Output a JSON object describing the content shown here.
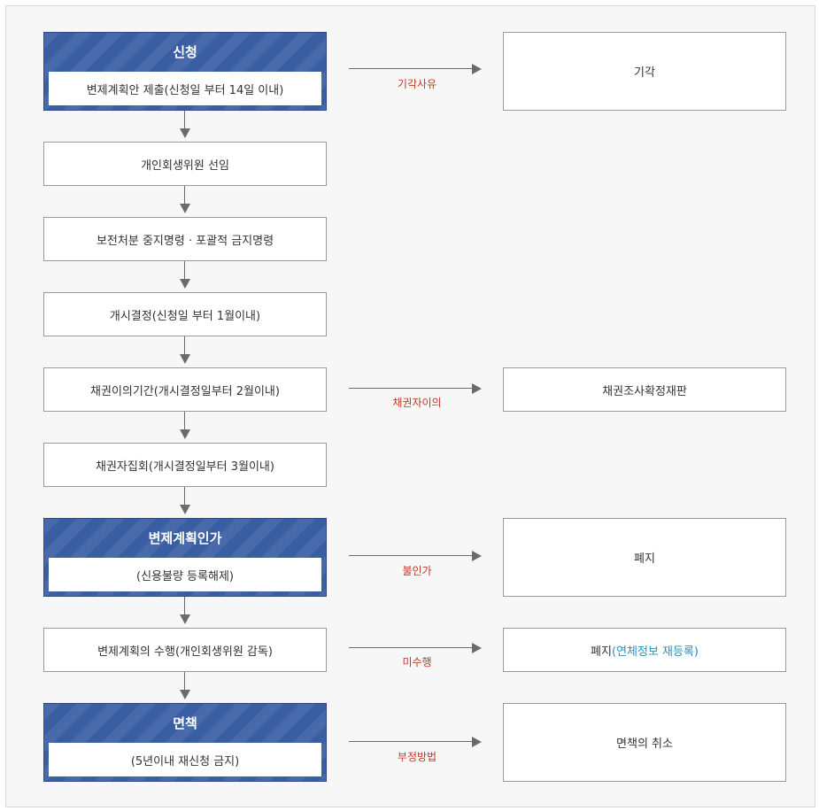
{
  "steps": {
    "apply": {
      "title": "신청",
      "sub": "변제계획안 제출(신청일 부터 14일 이내)"
    },
    "commissioner": {
      "label": "개인회생위원 선임"
    },
    "preservation": {
      "label": "보전처분 중지명령 · 포괄적 금지명령"
    },
    "commence": {
      "label": "개시결정(신청일 부터 1월이내)"
    },
    "objection": {
      "label": "채권이의기간(개시결정일부터 2월이내)"
    },
    "meeting": {
      "label": "채권자집회(개시결정일부터 3월이내)"
    },
    "approval": {
      "title": "변제계획인가",
      "sub": "(신용불량 등록해제)"
    },
    "execution": {
      "label": "변제계획의 수행(개인회생위원 감독)"
    },
    "discharge": {
      "title": "면책",
      "sub": "(5년이내 재신청 금지)"
    }
  },
  "outcomes": {
    "dismissal": {
      "label": "기각"
    },
    "claim_trial": {
      "label": "채권조사확정재판"
    },
    "abolition": {
      "label": "폐지"
    },
    "abolition_reregister": {
      "label": "폐지",
      "note": "(연체정보 재등록)"
    },
    "discharge_cancel": {
      "label": "면책의 취소"
    }
  },
  "edges": {
    "dismissal_reason": "기각사유",
    "creditor_objection": "채권자이의",
    "non_approval": "불인가",
    "non_performance": "미수행",
    "fraud": "부정방법"
  },
  "colors": {
    "header_blue": "#3a5ea4",
    "edge_label_red": "#c0392b",
    "accent_blue": "#2a8fc1",
    "arrow_gray": "#6b6b6b"
  }
}
